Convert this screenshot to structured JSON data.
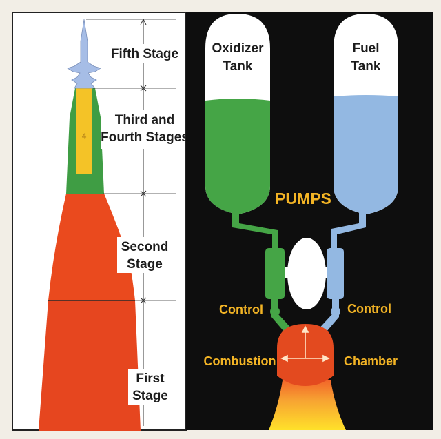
{
  "left_panel": {
    "fifth_stage": "Fifth Stage",
    "third_fourth_line1": "Third and",
    "third_fourth_line2": "Fourth Stages",
    "stage_number": "4",
    "second_line1": "Second",
    "second_line2": "Stage",
    "first_line1": "First",
    "first_line2": "Stage"
  },
  "right_panel": {
    "oxidizer_line1": "Oxidizer",
    "oxidizer_line2": "Tank",
    "fuel_line1": "Fuel",
    "fuel_line2": "Tank",
    "pumps": "PUMPS",
    "control_left": "Control",
    "control_right": "Control",
    "combustion": "Combustion",
    "chamber": "Chamber"
  },
  "colors": {
    "background": "#f2eee6",
    "black_panel": "#0e0e0e",
    "oxidizer_green": "#45a546",
    "fuel_blue": "#93b8e2",
    "first_stage_red": "#e6461f",
    "second_stage_red": "#ea4a1e",
    "upper_stage_green": "#3f9d44",
    "inner_stage_yellow": "#f4c327",
    "top_stage_blue": "#a6bde6",
    "label_yellow": "#f3b425",
    "flame_yellow": "#ffe12a"
  }
}
